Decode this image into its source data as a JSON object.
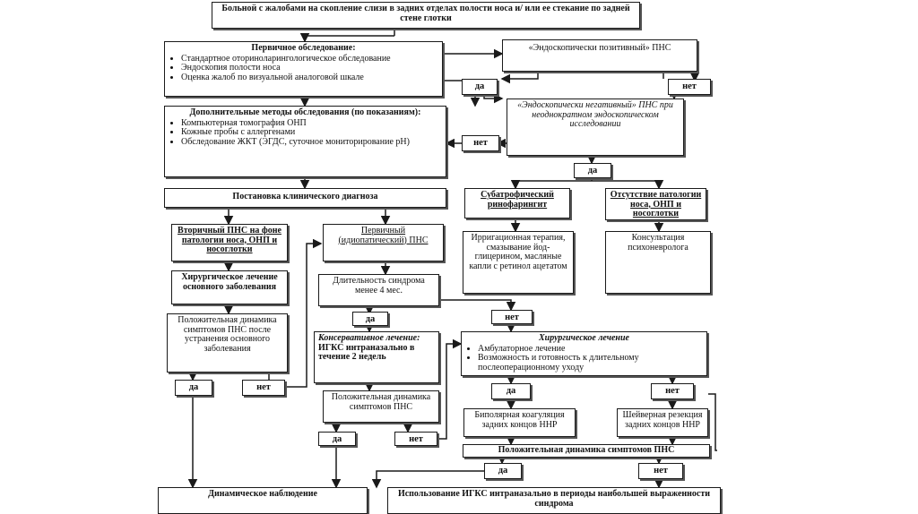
{
  "nodes": {
    "complaint": "Больной с жалобами на скопление слизи в задних отделах полости носа и/ или ее стекание по задней стене глотки",
    "primary_exam": {
      "title": "Первичное обследование:",
      "items": [
        "Стандартное оториноларингологическое обследование",
        "Эндоскопия полости носа",
        "Оценка жалоб по визуальной аналоговой шкале"
      ]
    },
    "endo_positive": "«Эндоскопически позитивный» ПНС",
    "endo_negative": "«Эндоскопически негативный» ПНС при неоднократном эндоскопическом исследовании",
    "additional_exam": {
      "title": "Дополнительные методы обследования (по показаниям):",
      "items": [
        "Компьютерная томография ОНП",
        "Кожные пробы с аллергенами",
        "Обследование ЖКТ (ЭГДС, суточное мониторирование рН)"
      ]
    },
    "diagnosis": "Постановка клинического диагноза",
    "subatrophic": "Субатрофический ринофарингит",
    "no_pathology": "Отсутствие патологии носа, ОНП и носоглотки",
    "irrigation": "Ирригационная терапия, смазывание йод-глицерином, масляные капли с ретинол ацетатом",
    "psycho": "Консультация психоневролога",
    "secondary": "Вторичный ПНС на фоне патологии носа, ОНП и носоглотки",
    "primary_idiopathic": "Первичный (идиопатический) ПНС",
    "surgery_main": "Хирургическое лечение основного заболевания",
    "duration": "Длительность синдрома менее 4 мес.",
    "positive_dyn_left": "Положительная динамика симптомов ПНС после устранения основного заболевания",
    "conservative": {
      "title": "Консервативное лечение:",
      "rest": " ИГКС интраназально в течение 2 недель"
    },
    "surgery_right": {
      "title": "Хирургическое лечение",
      "items": [
        "Амбулаторное лечение",
        "Возможность и готовность к длительному послеоперационному уходу"
      ]
    },
    "positive_dyn_mid": "Положительная динамика симптомов ПНС",
    "bipolar": "Биполярная коагуляция задних концов ННР",
    "shaver": "Шейверная резекция задних концов ННР",
    "positive_dyn_right": "Положительная динамика симптомов ПНС",
    "observation": "Динамическое наблюдение",
    "igks_periods": "Использование ИГКС интраназально в периоды наибольшей выраженности синдрома"
  },
  "labels": {
    "yes": "да",
    "no": "нет"
  },
  "colors": {
    "line": "#1a1a1a",
    "shadow": "#555555",
    "background": "#ffffff"
  }
}
